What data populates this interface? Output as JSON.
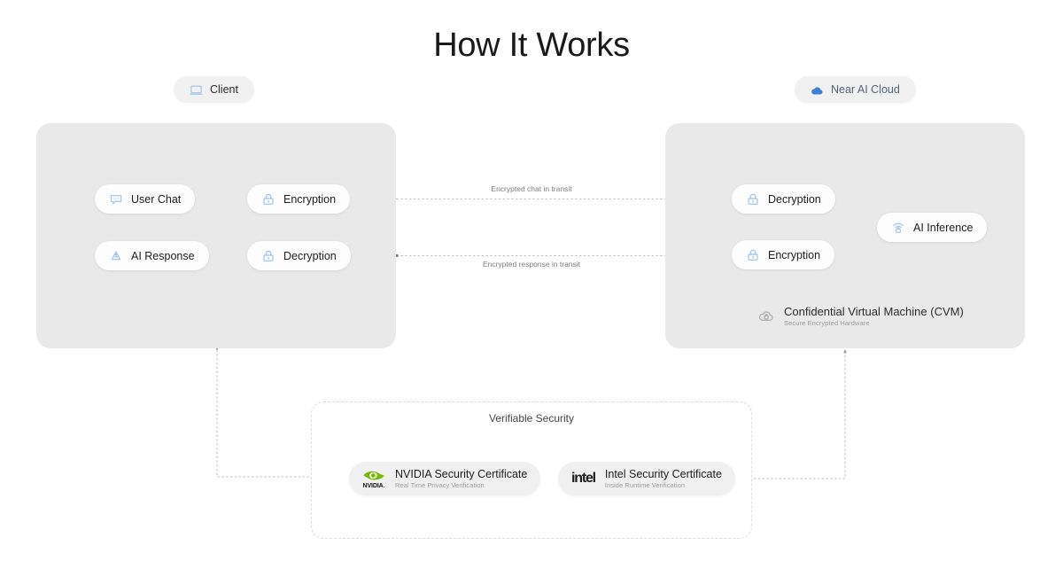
{
  "page": {
    "title": "How It Works",
    "background": "#ffffff"
  },
  "colors": {
    "zone_bg": "#e9e9e9",
    "node_bg": "#fdfdfd",
    "badge_bg": "#f1f1f1",
    "cert_bg": "#f0f0f0",
    "icon_blue": "#9dc3e6",
    "cloud_blue": "#3b82d6",
    "cloud_text": "#52647a",
    "nvidia_green": "#76b900",
    "wire": "#c9c9c9",
    "muted_text": "#7e7e7e"
  },
  "badges": {
    "client": {
      "label": "Client",
      "icon": "laptop-icon"
    },
    "cloud": {
      "label": "Near AI Cloud",
      "icon": "cloud-icon"
    }
  },
  "zones": {
    "client": {
      "name": "Client"
    },
    "cloud": {
      "name": "Near AI Cloud"
    }
  },
  "nodes": {
    "user_chat": {
      "label": "User Chat",
      "icon": "chat-bubble-icon"
    },
    "encryption_client": {
      "label": "Encryption",
      "icon": "lock-icon"
    },
    "ai_response": {
      "label": "AI Response",
      "icon": "ai-sparkle-icon"
    },
    "decryption_client": {
      "label": "Decryption",
      "icon": "lock-icon"
    },
    "decryption_cloud": {
      "label": "Decryption",
      "icon": "lock-icon"
    },
    "encryption_cloud": {
      "label": "Encryption",
      "icon": "lock-icon"
    },
    "ai_inference": {
      "label": "AI Inference",
      "icon": "signal-lock-icon"
    }
  },
  "cvm": {
    "title": "Confidential Virtual Machine (CVM)",
    "subtitle": "Secure Encrypted Hardware",
    "icon": "cloud-lock-icon"
  },
  "transit": {
    "chat": "Encrypted chat in transit",
    "response": "Encrypted response in transit"
  },
  "verifiable_security": {
    "title": "Verifiable Security",
    "certificates": [
      {
        "vendor": "NVIDIA",
        "wordmark": "NVIDIA.",
        "title": "NVIDIA Security Certificate",
        "subtitle": "Real Time Privacy Verification",
        "icon": "nvidia-eye-logo"
      },
      {
        "vendor": "Intel",
        "wordmark": "intel",
        "title": "Intel Security Certificate",
        "subtitle": "Inside Runtime Verification",
        "icon": "intel-wordmark-logo"
      }
    ]
  }
}
